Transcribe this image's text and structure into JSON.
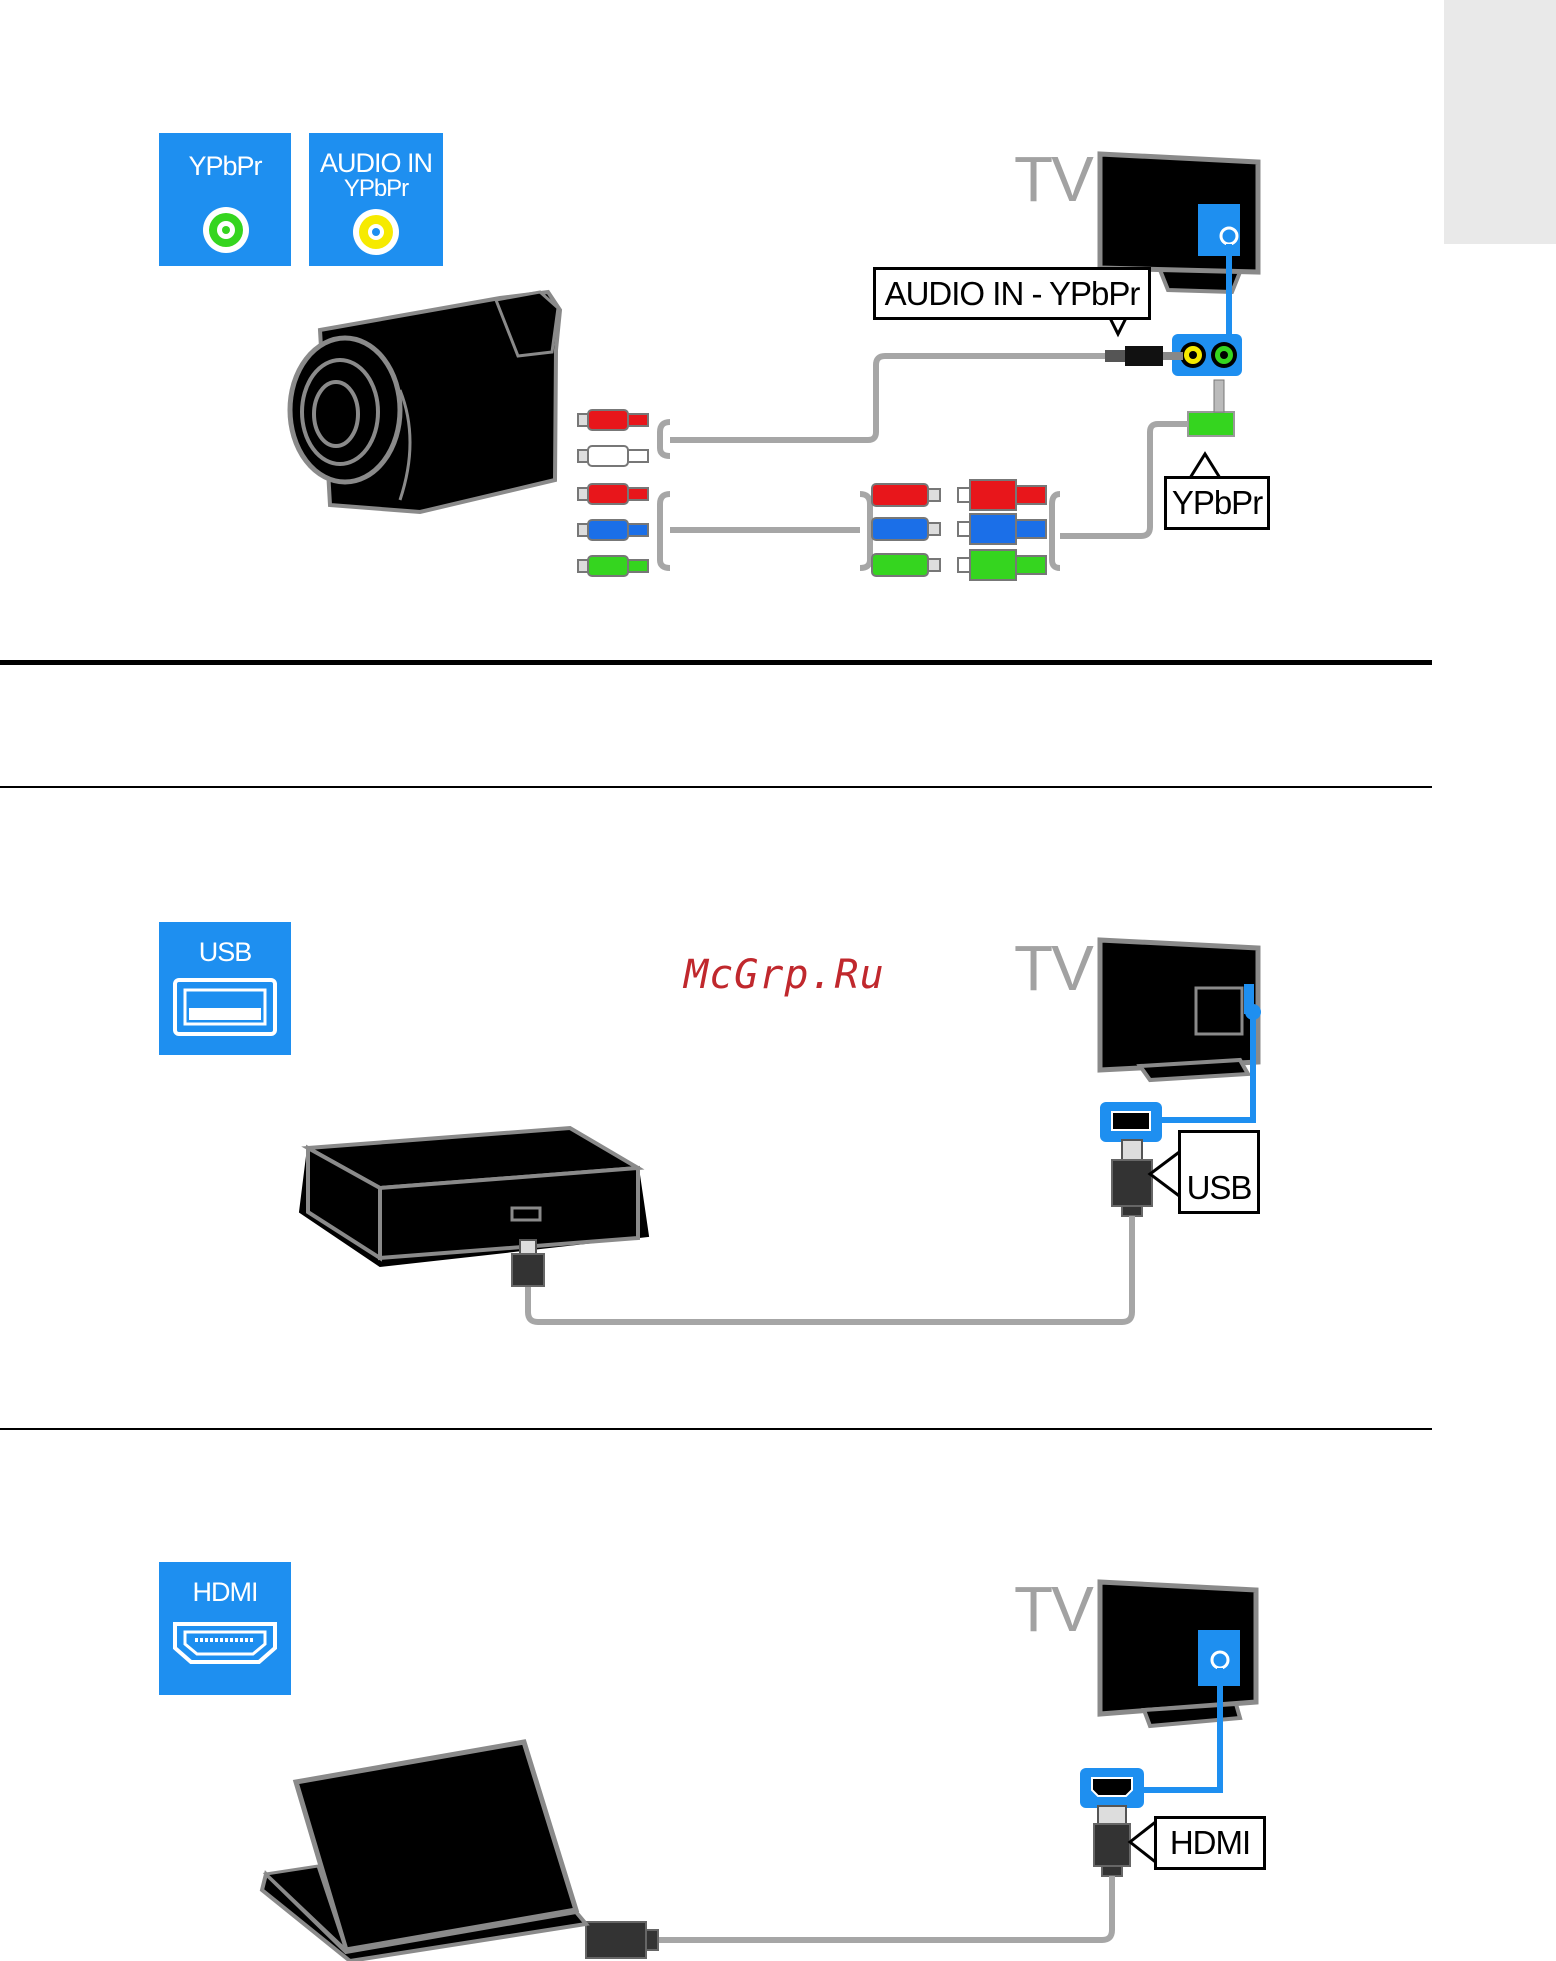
{
  "section_tab": "",
  "sections": [
    {
      "icons": [
        {
          "label": "YPbPr"
        },
        {
          "label_line1": "AUDIO IN",
          "label_line2": "YPbPr"
        }
      ],
      "tv_label": "TV",
      "callouts": {
        "audio": "AUDIO IN - YPbPr",
        "ypbpr": "YPbPr"
      },
      "device": "camcorder"
    },
    {
      "icons": [
        {
          "label": "USB"
        }
      ],
      "tv_label": "TV",
      "callouts": {
        "usb": "USB"
      },
      "device": "hard-disk"
    },
    {
      "icons": [
        {
          "label": "HDMI"
        }
      ],
      "tv_label": "TV",
      "callouts": {
        "hdmi": "HDMI"
      },
      "device": "laptop"
    }
  ],
  "watermark": "McGrp.Ru",
  "colors": {
    "port_blue": "#1e8ff0",
    "tv_text_gray": "#a2a2a2",
    "cable_gray": "#a6a6a6",
    "rca_red": "#e8161b",
    "rca_blue": "#1b6fe8",
    "rca_green": "#35d51f",
    "rca_white": "#ffffff",
    "jack_yellow": "#f6ea00",
    "watermark_red": "#c0282d"
  }
}
